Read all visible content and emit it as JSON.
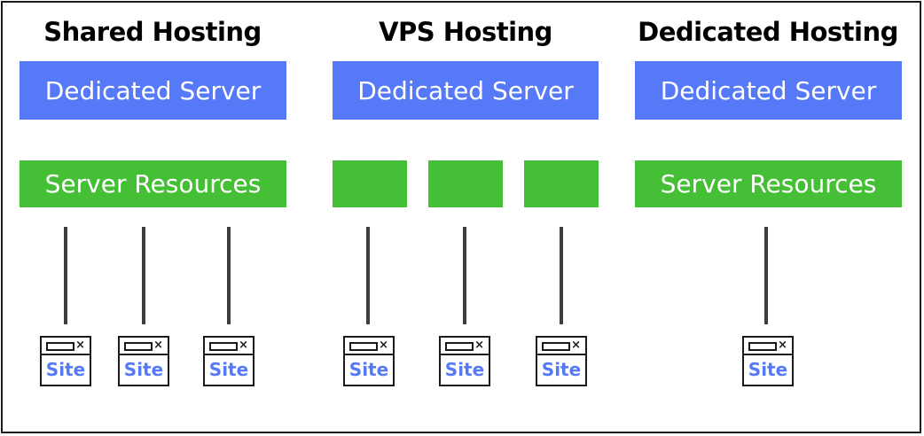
{
  "columns": [
    {
      "title": "Shared Hosting",
      "server": "Dedicated Server",
      "resources": [
        "Server Resources"
      ],
      "sites": [
        "Site",
        "Site",
        "Site"
      ]
    },
    {
      "title": "VPS Hosting",
      "server": "Dedicated Server",
      "resources": [
        "",
        "",
        ""
      ],
      "sites": [
        "Site",
        "Site",
        "Site"
      ]
    },
    {
      "title": "Dedicated Hosting",
      "server": "Dedicated Server",
      "resources": [
        "Server Resources"
      ],
      "sites": [
        "Site"
      ]
    }
  ],
  "site_icon": {
    "close_glyph": "×",
    "icon": "browser-window-icon"
  },
  "colors": {
    "server": "#5679f8",
    "resources": "#45c036",
    "site_label": "#5679f8",
    "connector": "#3b3f44"
  }
}
